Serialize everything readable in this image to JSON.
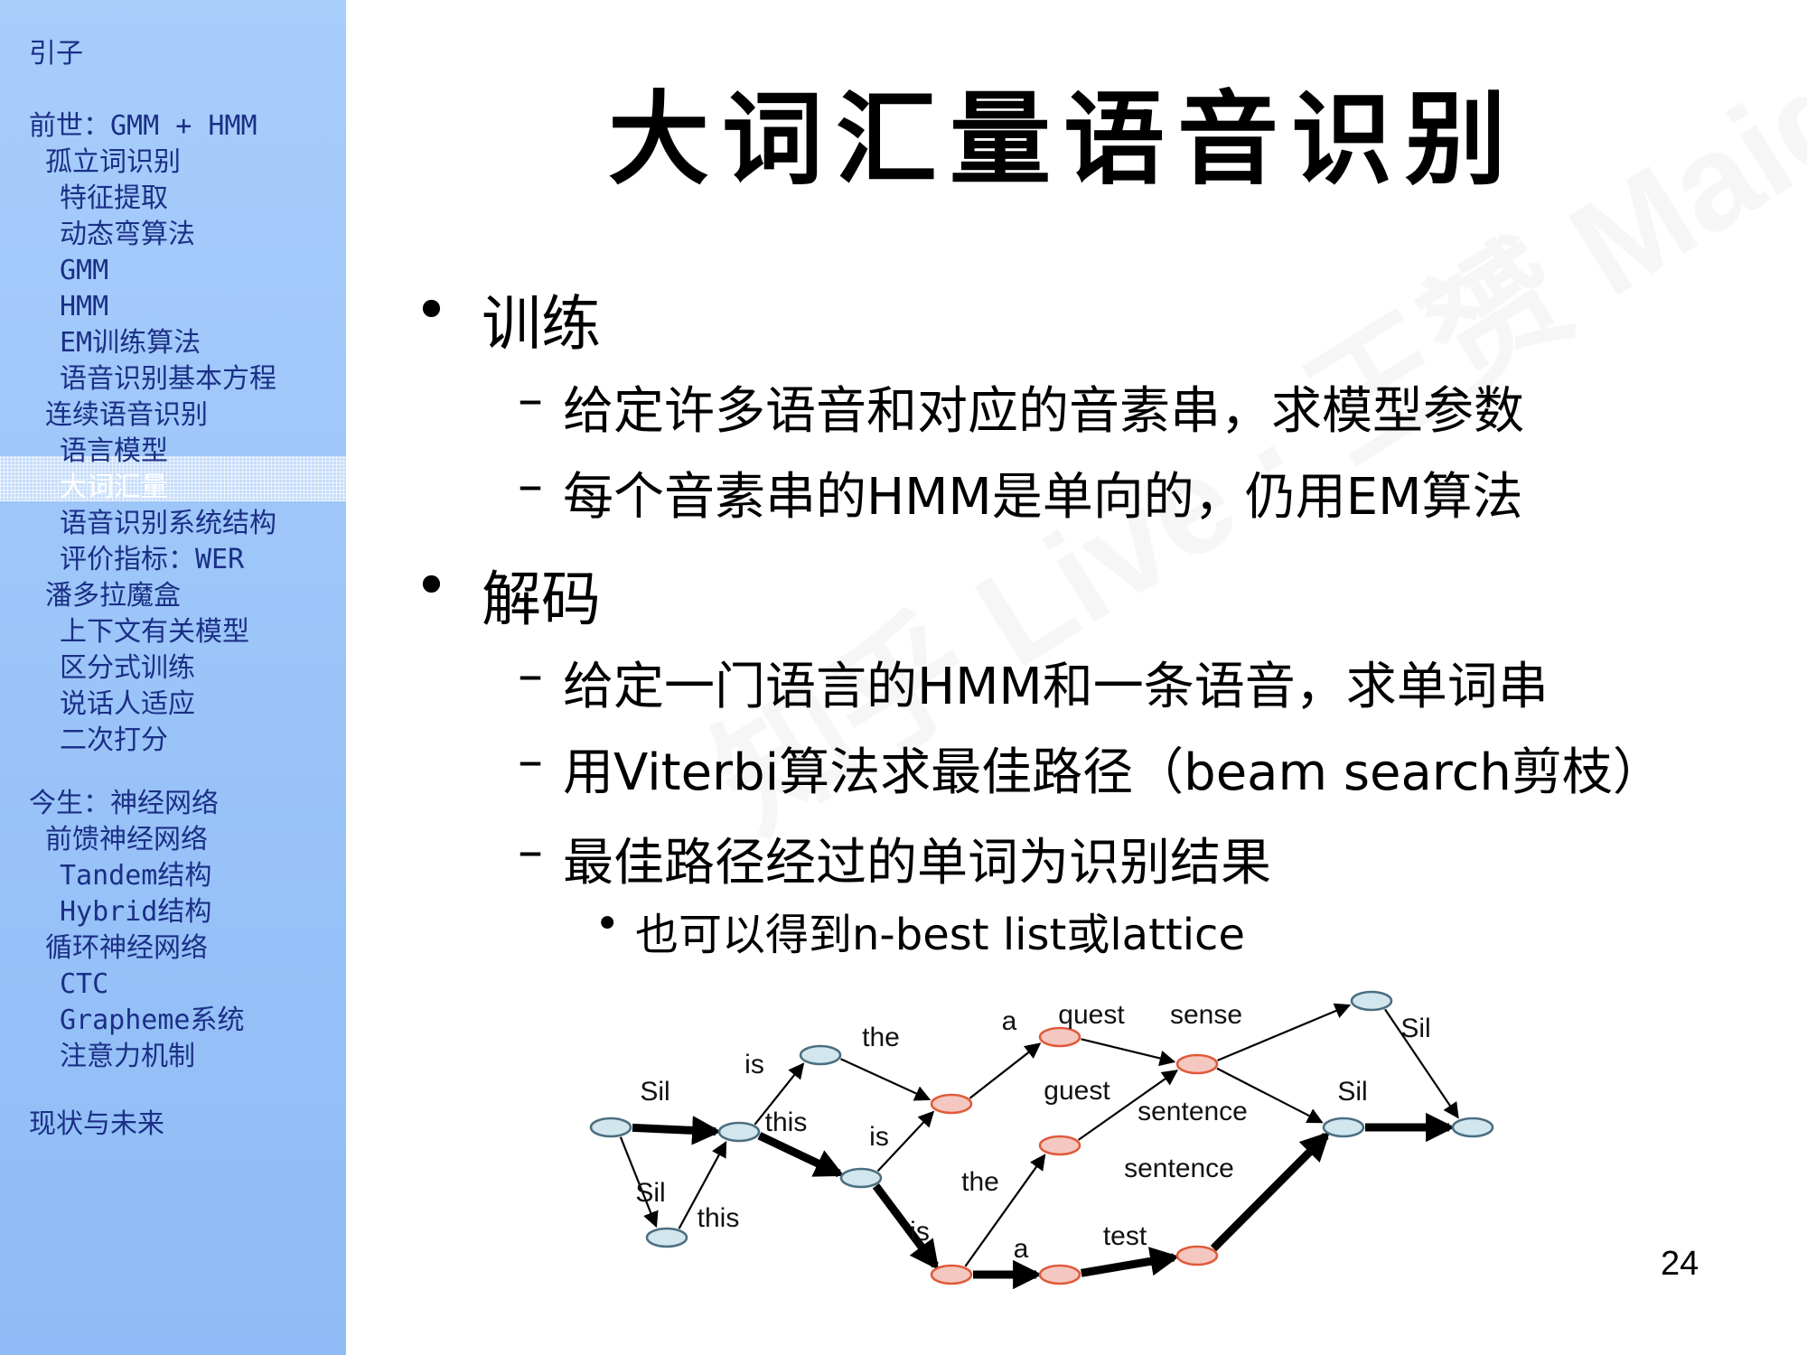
{
  "sidebar": {
    "items": [
      {
        "label": "引子",
        "level": 0
      },
      {
        "label": "前世：GMM + HMM",
        "level": 0
      },
      {
        "label": "孤立词识别",
        "level": 1
      },
      {
        "label": "特征提取",
        "level": 2
      },
      {
        "label": "动态弯算法",
        "level": 2
      },
      {
        "label": "GMM",
        "level": 2
      },
      {
        "label": "HMM",
        "level": 2
      },
      {
        "label": "EM训练算法",
        "level": 2
      },
      {
        "label": "语音识别基本方程",
        "level": 2
      },
      {
        "label": "连续语音识别",
        "level": 1
      },
      {
        "label": "语言模型",
        "level": 2
      },
      {
        "label": "大词汇量",
        "level": 2,
        "current": true
      },
      {
        "label": "语音识别系统结构",
        "level": 2
      },
      {
        "label": "评价指标：WER",
        "level": 2
      },
      {
        "label": "潘多拉魔盒",
        "level": 1
      },
      {
        "label": "上下文有关模型",
        "level": 2
      },
      {
        "label": "区分式训练",
        "level": 2
      },
      {
        "label": "说话人适应",
        "level": 2
      },
      {
        "label": "二次打分",
        "level": 2
      },
      {
        "label": "今生：神经网络",
        "level": 0
      },
      {
        "label": "前馈神经网络",
        "level": 1
      },
      {
        "label": "Tandem结构",
        "level": 2
      },
      {
        "label": "Hybrid结构",
        "level": 2
      },
      {
        "label": "循环神经网络",
        "level": 1
      },
      {
        "label": "CTC",
        "level": 2
      },
      {
        "label": "Grapheme系统",
        "level": 2
      },
      {
        "label": "注意力机制",
        "level": 2
      },
      {
        "label": "现状与未来",
        "level": 0
      }
    ]
  },
  "slide": {
    "title": "大词汇量语音识别",
    "bullets": [
      {
        "marker": "•",
        "text": "训练"
      },
      {
        "marker": "–",
        "text": "给定许多语音和对应的音素串，求模型参数"
      },
      {
        "marker": "–",
        "text": "每个音素串的HMM是单向的，仍用EM算法"
      },
      {
        "marker": "•",
        "text": "解码"
      },
      {
        "marker": "–",
        "text": "给定一门语言的HMM和一条语音，求单词串"
      },
      {
        "marker": "–",
        "text": "用Viterbi算法求最佳路径（beam search剪枝）"
      },
      {
        "marker": "–",
        "text": "最佳路径经过的单词为识别结果"
      },
      {
        "marker": "•",
        "text": "也可以得到n-best list或lattice"
      }
    ],
    "page_number": "24"
  },
  "lattice": {
    "node_colors": {
      "silence": "#d2e6ee",
      "word": "#f4c8c0"
    },
    "edge_labels": [
      "Sil",
      "Sil",
      "is",
      "this",
      "this",
      "the",
      "is",
      "is",
      "a",
      "the",
      "a",
      "quest",
      "guest",
      "test",
      "sense",
      "sentence",
      "sentence",
      "Sil",
      "Sil"
    ]
  }
}
